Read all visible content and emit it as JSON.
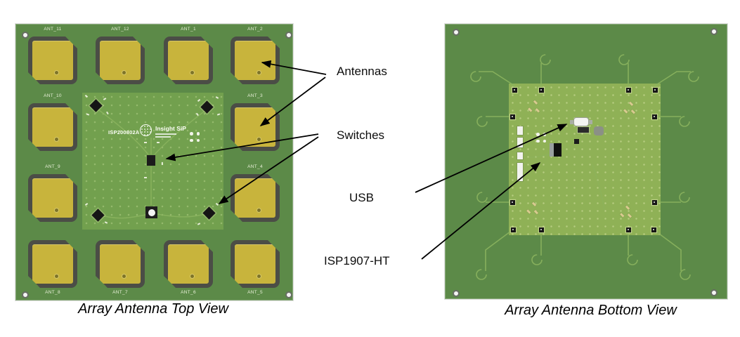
{
  "figure": {
    "left_caption": "Array Antenna Top View",
    "right_caption": "Array Antenna Bottom View"
  },
  "callouts": {
    "antennas": "Antennas",
    "switches": "Switches",
    "usb": "USB",
    "isp_module": "ISP1907-HT"
  },
  "left_board": {
    "part_number": "ISP200802A",
    "logo_text": "Insight SiP",
    "antenna_labels": [
      "ANT_11",
      "ANT_12",
      "ANT_1",
      "ANT_2",
      "ANT_10",
      "ANT_3",
      "ANT_9",
      "ANT_4",
      "ANT_8",
      "ANT_7",
      "ANT_6",
      "ANT_5"
    ]
  },
  "colors": {
    "board_green": "#5c8a48",
    "inner_top_green": "#72a04e",
    "inner_bottom_green": "#8fb156",
    "patch_yellow": "#c8b43c",
    "patch_border": "#4b4d46",
    "trace_green": "#8bb45f",
    "arrow_black": "#000000"
  }
}
